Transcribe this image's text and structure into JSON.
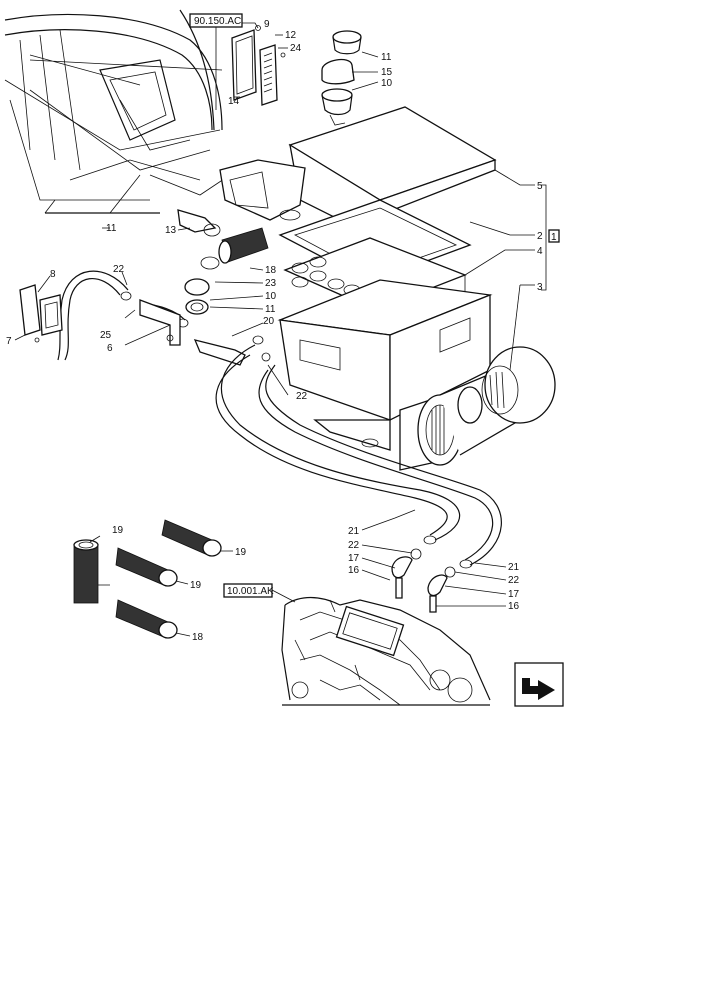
{
  "references": {
    "cab": "90.150.AC",
    "engine": "10.001.AK",
    "group": "1"
  },
  "callouts": {
    "c1": "1",
    "c2": "2",
    "c3": "3",
    "c4": "4",
    "c5": "5",
    "c6": "6",
    "c7": "7",
    "c8": "8",
    "c9": "9",
    "c10a": "10",
    "c10b": "10",
    "c11a": "11",
    "c11b": "11",
    "c11c": "11",
    "c12": "12",
    "c13": "13",
    "c14": "14",
    "c15": "15",
    "c16a": "16",
    "c16b": "16",
    "c17a": "17",
    "c17b": "17",
    "c18a": "18",
    "c18b": "18",
    "c19a": "19",
    "c19b": "19",
    "c19c": "19",
    "c20": "20",
    "c21a": "21",
    "c21b": "21",
    "c22a": "22",
    "c22b": "22",
    "c22c": "22",
    "c22d": "22",
    "c23": "23",
    "c24": "24",
    "c25": "25"
  }
}
